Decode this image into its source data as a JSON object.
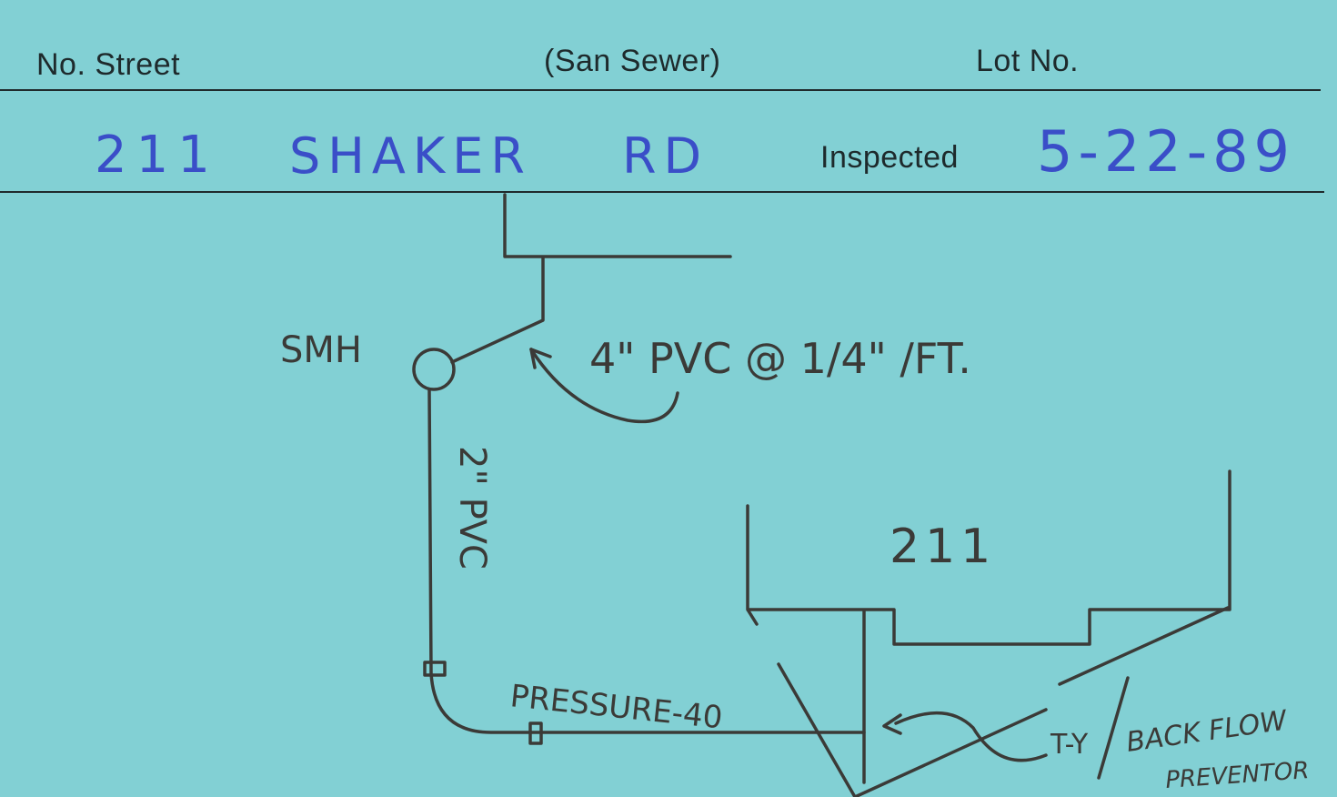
{
  "header": {
    "no_street_label": "No. Street",
    "type_label": "(San Sewer)",
    "lot_label": "Lot No.",
    "inspected_label": "Inspected"
  },
  "entry": {
    "street_number": "211",
    "street_name": "SHAKER",
    "street_suffix": "RD",
    "inspected_date": "5-22-89"
  },
  "sketch": {
    "manhole_label": "SMH",
    "main_pipe_label": "4\" PVC @ 1/4\" /FT.",
    "house_number": "211",
    "service_pipe_label": "2\" PVC",
    "pressure_label": "PRESSURE-40",
    "fitting_label": "T-Y",
    "backflow_label_1": "BACK FLOW",
    "backflow_label_2": "PREVENTOR"
  },
  "colors": {
    "card": "#82d0d4",
    "ink_blue": "#3a4ec8",
    "pencil": "#3b3a37",
    "print": "#1e2a2c"
  }
}
